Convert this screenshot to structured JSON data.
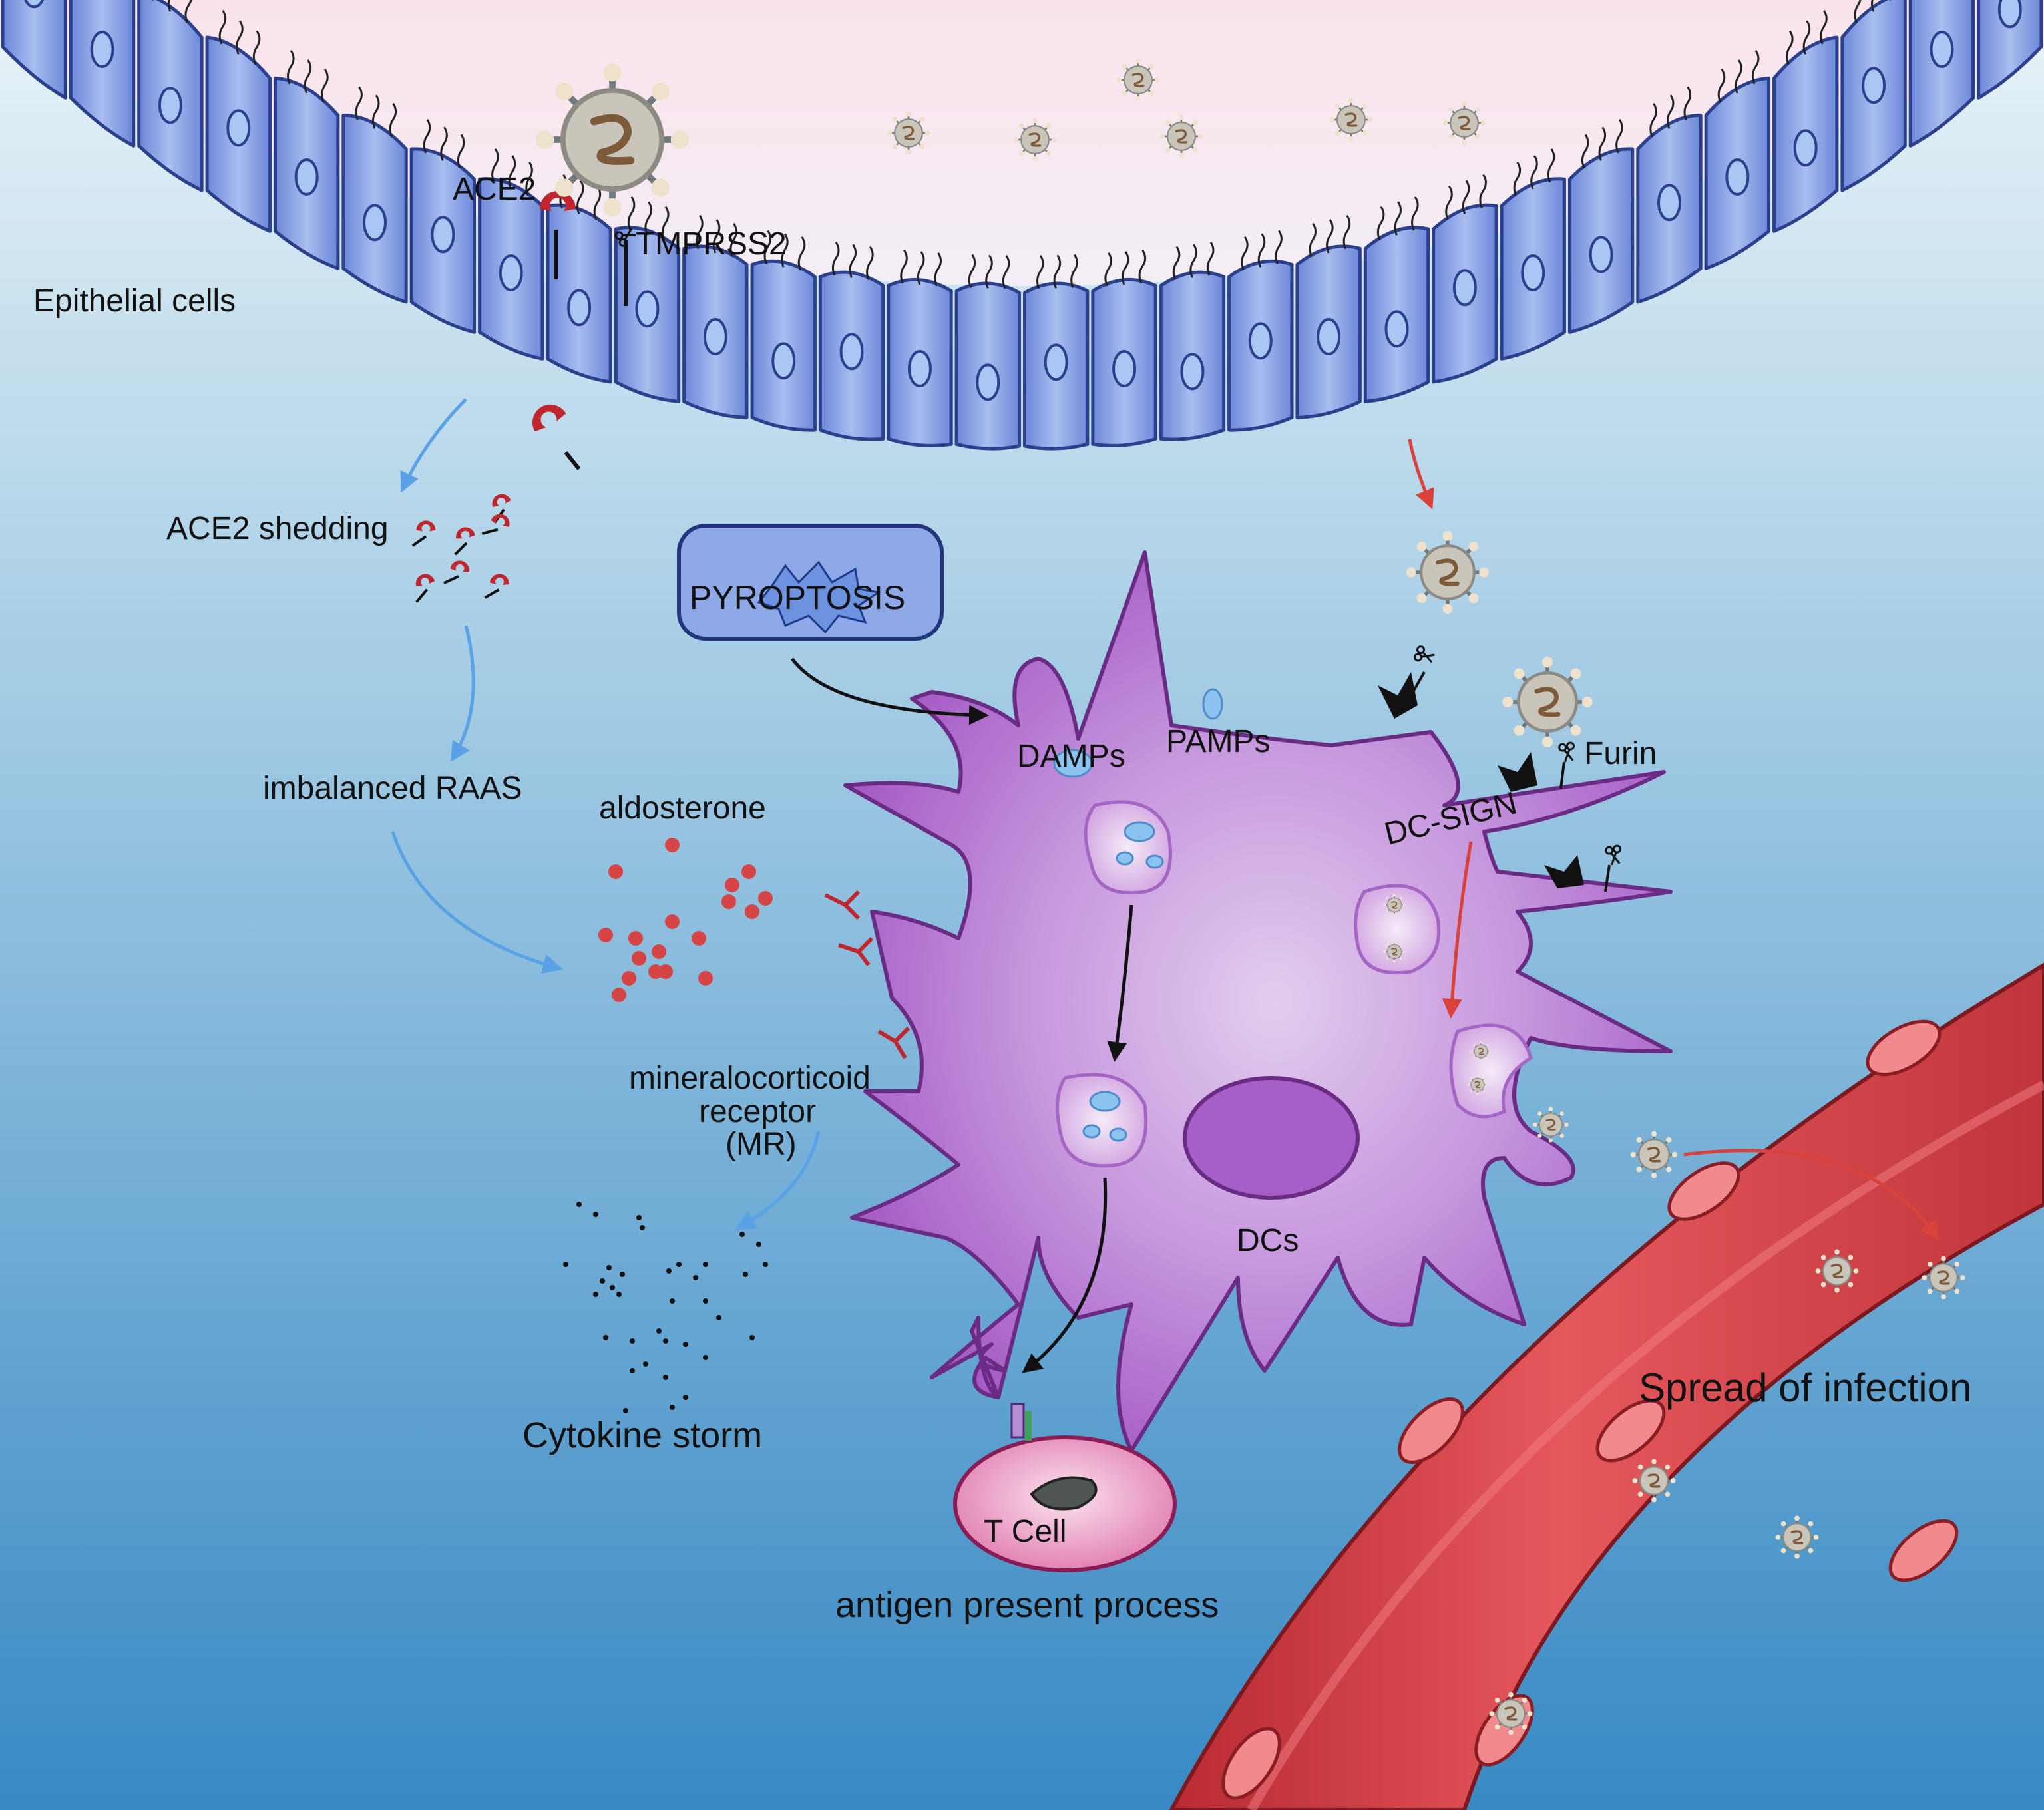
{
  "labels": {
    "epithelial_cells": "Epithelial cells",
    "ace2": "ACE2",
    "tmprss2": "TMPRSS2",
    "ace2_shedding": "ACE2 shedding",
    "imbalanced_raas": "imbalanced RAAS",
    "aldosterone": "aldosterone",
    "mineralocorticoid_line1": "mineralocorticoid",
    "mineralocorticoid_line2": "receptor",
    "mineralocorticoid_line3": "(MR)",
    "cytokine_storm": "Cytokine storm",
    "pyroptosis": "PYROPTOSIS",
    "damps": "DAMPs",
    "pamps": "PAMPs",
    "furin": "Furin",
    "dc_sign": "DC-SIGN",
    "dcs": "DCs",
    "t_cell": "T Cell",
    "antigen_present_process": "antigen present process",
    "spread_of_infection": "Spread of infection"
  },
  "colors": {
    "background_top": "#e8f3f7",
    "background_bottom": "#3a8ac4",
    "airway_lumen": "#fbe6ee",
    "epithelial_cell": "#7f9ee6",
    "epithelial_outline": "#2b3f8c",
    "dendritic_cell": "#b97ad0",
    "dendritic_outline": "#6a2b85",
    "blood_vessel": "#d9474e",
    "ace2_receptor": "#c0262d",
    "aldosterone_dot": "#d64545",
    "virus_envelope": "#b9b6ad",
    "t_cell": "#e58bb4",
    "blue_arrow": "#5aa2e6",
    "red_arrow": "#d9413b",
    "black_arrow": "#111111"
  },
  "icons": {
    "virus": "coronavirus-icon",
    "scissors": "scissors-icon",
    "receptor": "ace2-receptor-icon",
    "dc_sign_receptor": "dc-sign-receptor-icon"
  }
}
